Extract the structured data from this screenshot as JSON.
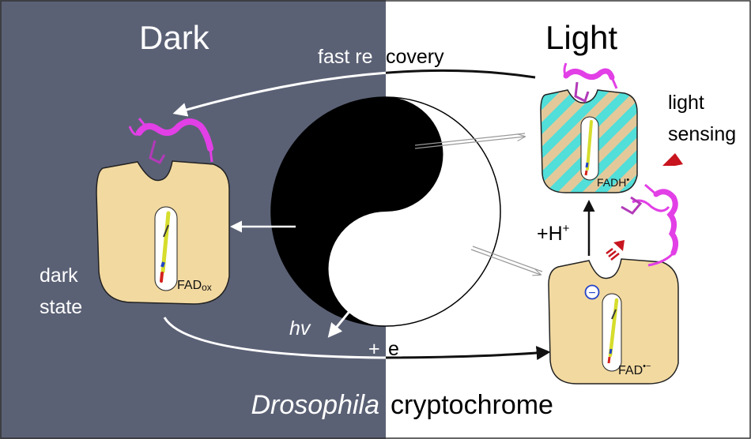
{
  "panels": {
    "dark_title": "Dark",
    "light_title": "Light"
  },
  "labels": {
    "fast_recovery_a": "fast re",
    "fast_recovery_b": "covery",
    "light_sensing_1": "light",
    "light_sensing_2": "sensing",
    "dark_state_1": "dark",
    "dark_state_2": "state",
    "hv": "hv",
    "plus_e_a": "+",
    "plus_e_b": "e",
    "plus_h": "+H",
    "plus_h_sup": "+",
    "caption_italic": "Drosophila",
    "caption_plain": "cryptochrome"
  },
  "states": {
    "fad_ox_main": "FAD",
    "fad_ox_sub": "ox",
    "fadh_main": "FADH",
    "fadh_sup": "•",
    "fad_radical_main": "FAD",
    "fad_radical_sup": "•−",
    "charge_symbol": "−"
  },
  "colors": {
    "dark_panel": "#5b6175",
    "pocket": "#f2d9a0",
    "stripe_cyan": "#52ded9",
    "helix": "#e23fe6",
    "burst": "#c8141e"
  }
}
